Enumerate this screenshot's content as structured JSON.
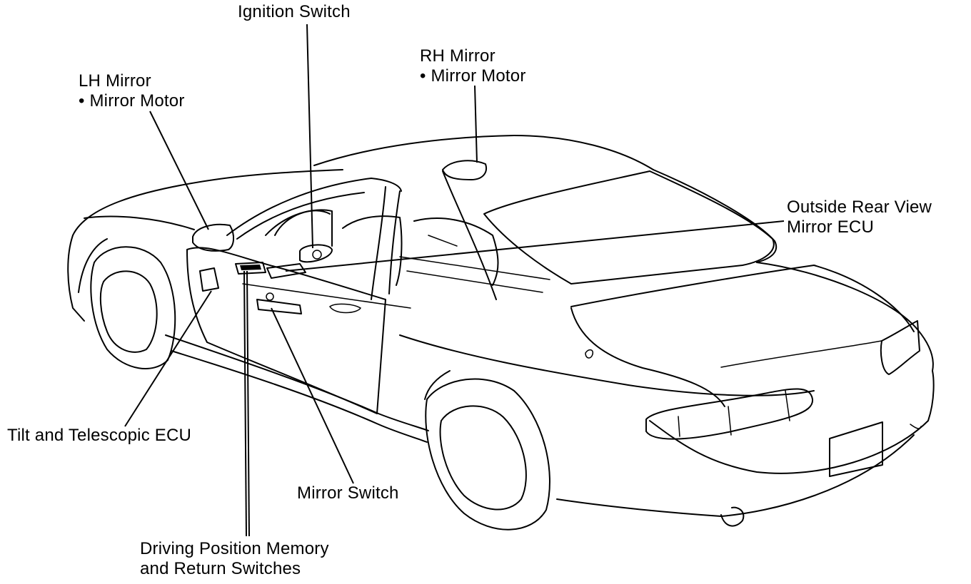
{
  "labels": {
    "ignition_switch": "Ignition Switch",
    "rh_mirror": {
      "line1": "RH Mirror",
      "line2": "• Mirror Motor"
    },
    "lh_mirror": {
      "line1": "LH Mirror",
      "line2": "• Mirror Motor"
    },
    "outside_rear_view_mirror_ecu": {
      "line1": "Outside Rear View",
      "line2": "Mirror ECU"
    },
    "tilt_telescopic_ecu": "Tilt and Telescopic ECU",
    "mirror_switch": "Mirror Switch",
    "driving_position_memory": {
      "line1": "Driving Position Memory",
      "line2": "and Return Switches"
    }
  },
  "colors": {
    "ink": "#000000",
    "paper": "#ffffff"
  }
}
